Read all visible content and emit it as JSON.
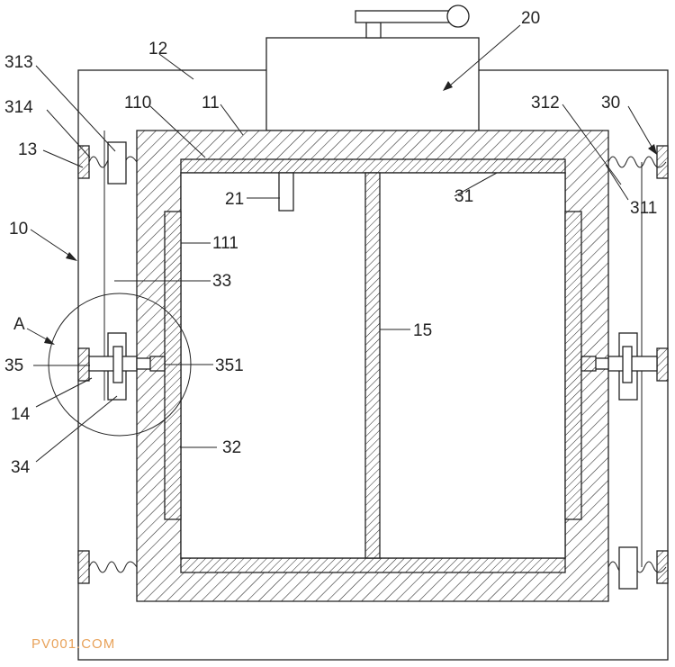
{
  "labels": {
    "l20": "20",
    "l12": "12",
    "l313": "313",
    "l314": "314",
    "l13": "13",
    "l110": "110",
    "l11": "11",
    "l312": "312",
    "l30": "30",
    "l311": "311",
    "l21": "21",
    "l31": "31",
    "l10": "10",
    "l111": "111",
    "l33": "33",
    "lA": "A",
    "l15": "15",
    "l35": "35",
    "l351": "351",
    "l14": "14",
    "l32": "32",
    "l34": "34"
  },
  "watermark": "PV001.COM"
}
